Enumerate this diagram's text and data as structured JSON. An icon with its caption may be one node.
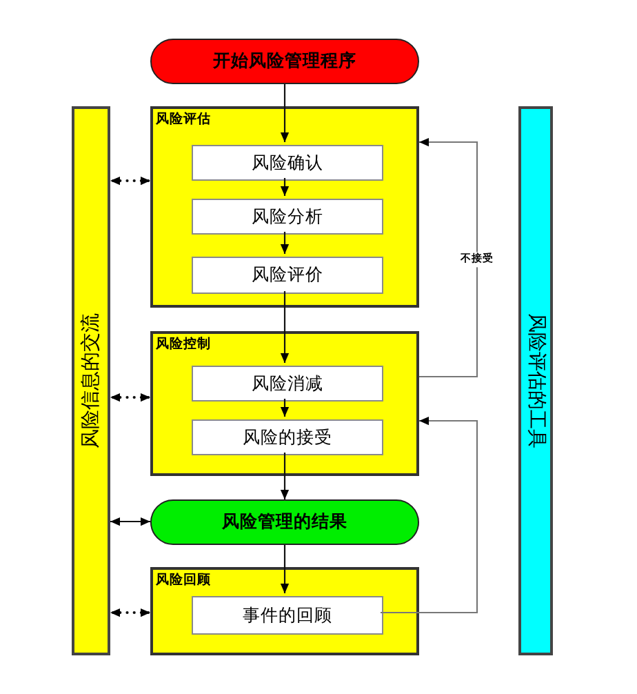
{
  "diagram": {
    "nodes": [
      {
        "text": [
          "开始风险管理程序"
        ]
      },
      {
        "text": [
          "风险信息的交流"
        ]
      },
      {
        "text": [
          "风险评估"
        ]
      },
      {
        "text": [
          "风险确认"
        ],
        "in": 2
      },
      {
        "text": [
          "风险分析"
        ],
        "in": 2
      },
      {
        "text": [
          "风险评价"
        ],
        "in": 2
      },
      {
        "text": [
          "风险控制"
        ]
      },
      {
        "text": [
          "风险消减"
        ],
        "in": 6
      },
      {
        "text": [
          "风险的接受"
        ],
        "in": 6
      },
      {
        "text": [
          "风险管理的结果"
        ]
      },
      {
        "text": [
          "风险回顾"
        ]
      },
      {
        "text": [
          "事件的回顾"
        ],
        "in": 10
      },
      {
        "text": [
          "风险评估的工具"
        ]
      }
    ],
    "edges": [
      {
        "from": 0,
        "to": 3,
        "arrow": "to"
      },
      {
        "from": 3,
        "to": 4,
        "arrow": "to"
      },
      {
        "from": 4,
        "to": 5,
        "arrow": "to"
      },
      {
        "from": 5,
        "to": 7,
        "arrow": "to"
      },
      {
        "from": 7,
        "to": 8,
        "arrow": "to"
      },
      {
        "from": 8,
        "to": 9,
        "arrow": "to"
      },
      {
        "from": 9,
        "to": 11,
        "arrow": "to"
      },
      {
        "from": 6,
        "to": 2,
        "arrow": "to",
        "label": "不接受",
        "color": "#777777"
      },
      {
        "from": 11,
        "to": 6,
        "arrow": "to",
        "color": "#777777"
      },
      {
        "from": 1,
        "to": 2,
        "arrow": "both",
        "style": "dashed"
      },
      {
        "from": 1,
        "to": 6,
        "arrow": "both",
        "style": "dashed"
      },
      {
        "from": 1,
        "to": 9,
        "arrow": "both"
      },
      {
        "from": 1,
        "to": 10,
        "arrow": "both",
        "style": "dashed"
      }
    ]
  }
}
